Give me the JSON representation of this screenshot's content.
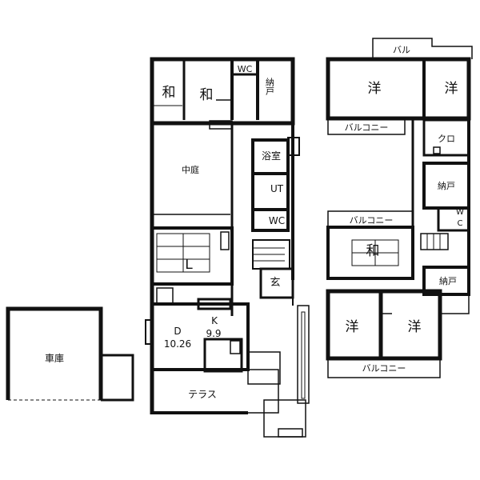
{
  "floor1": {
    "rooms": {
      "washitsu_a": "和",
      "washitsu_b": "和",
      "wc_top": "WC",
      "nando_top": "納戸",
      "courtyard": "中庭",
      "bath": "浴室",
      "utility": "UT",
      "wc_mid": "WC",
      "living": "L",
      "entrance": "玄",
      "dining": "D",
      "dining_size": "10.26",
      "kitchen": "K",
      "kitchen_size": "9.9",
      "terrace": "テラス"
    }
  },
  "garage": {
    "label": "車庫"
  },
  "floor2": {
    "rooms": {
      "balcony_top": "バル",
      "western_a": "洋",
      "western_b": "洋",
      "balcony_a": "バルコニー",
      "closet": "クロ",
      "nando_a": "納戸",
      "wc_label_w": "W",
      "wc_label_c": "C",
      "balcony_b": "バルコニー",
      "washitsu": "和",
      "nando_b": "納戸",
      "western_c": "洋",
      "western_d": "洋",
      "balcony_c": "バルコニー"
    }
  }
}
